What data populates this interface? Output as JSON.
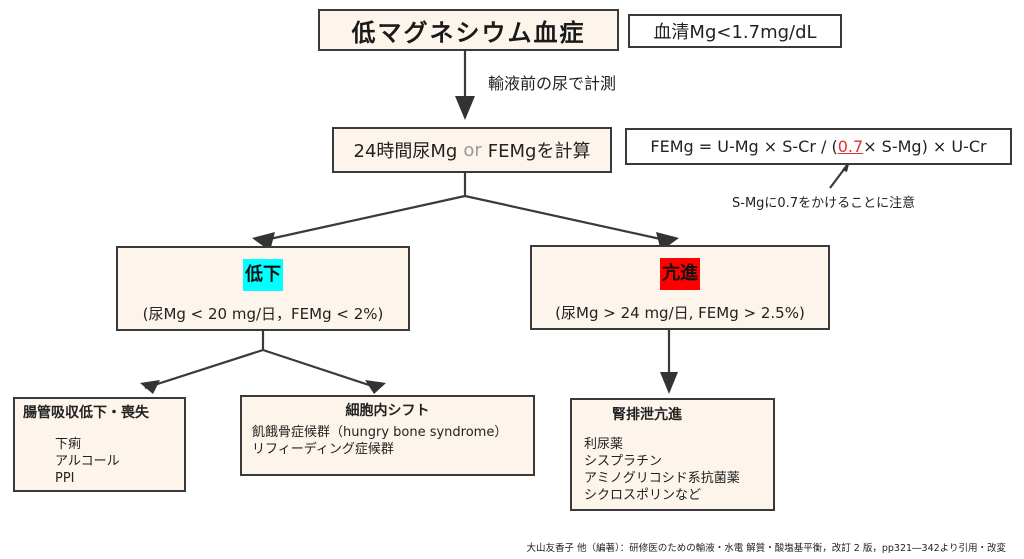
{
  "title": "低マグネシウム血症",
  "criteria": "血清Mg<1.7mg/dL",
  "measure_label": "輸液前の尿で計測",
  "calc": {
    "part1": "24時間尿Mg",
    "or": "or",
    "part2": "FEMgを計算"
  },
  "formula": {
    "prefix": "FEMg = U-Mg × S-Cr / (",
    "coefficient": "0.7",
    "suffix": " × S-Mg) × U-Cr",
    "note": "S-Mgに0.7をかけることに注意"
  },
  "colors": {
    "box_fill": "#fdf5ec",
    "border": "#3a3a3a",
    "low_highlight": "#00ffff",
    "high_highlight": "#ff0000",
    "coefficient": "#e03030",
    "or_text": "#999999"
  },
  "low": {
    "label": "低下",
    "criteria": "(尿Mg < 20 mg/日，FEMg < 2%)",
    "children": [
      {
        "title": "腸管吸収低下・喪失",
        "items": [
          "下痢",
          "アルコール",
          "PPI"
        ]
      },
      {
        "title": "細胞内シフト",
        "items": [
          "飢餓骨症候群（hungry bone syndrome）",
          "リフィーディング症候群"
        ]
      }
    ]
  },
  "high": {
    "label": "亢進",
    "criteria": "(尿Mg > 24 mg/日, FEMg > 2.5%)",
    "children": [
      {
        "title": "腎排泄亢進",
        "items": [
          "利尿薬",
          "シスプラチン",
          "アミノグリコシド系抗菌薬",
          "シクロスポリンなど"
        ]
      }
    ]
  },
  "citation": "大山友香子 他（編著）：研修医のための輸液・水電 解質・酸塩基平衡，改訂 2 版，pp321―342より引用・改変"
}
